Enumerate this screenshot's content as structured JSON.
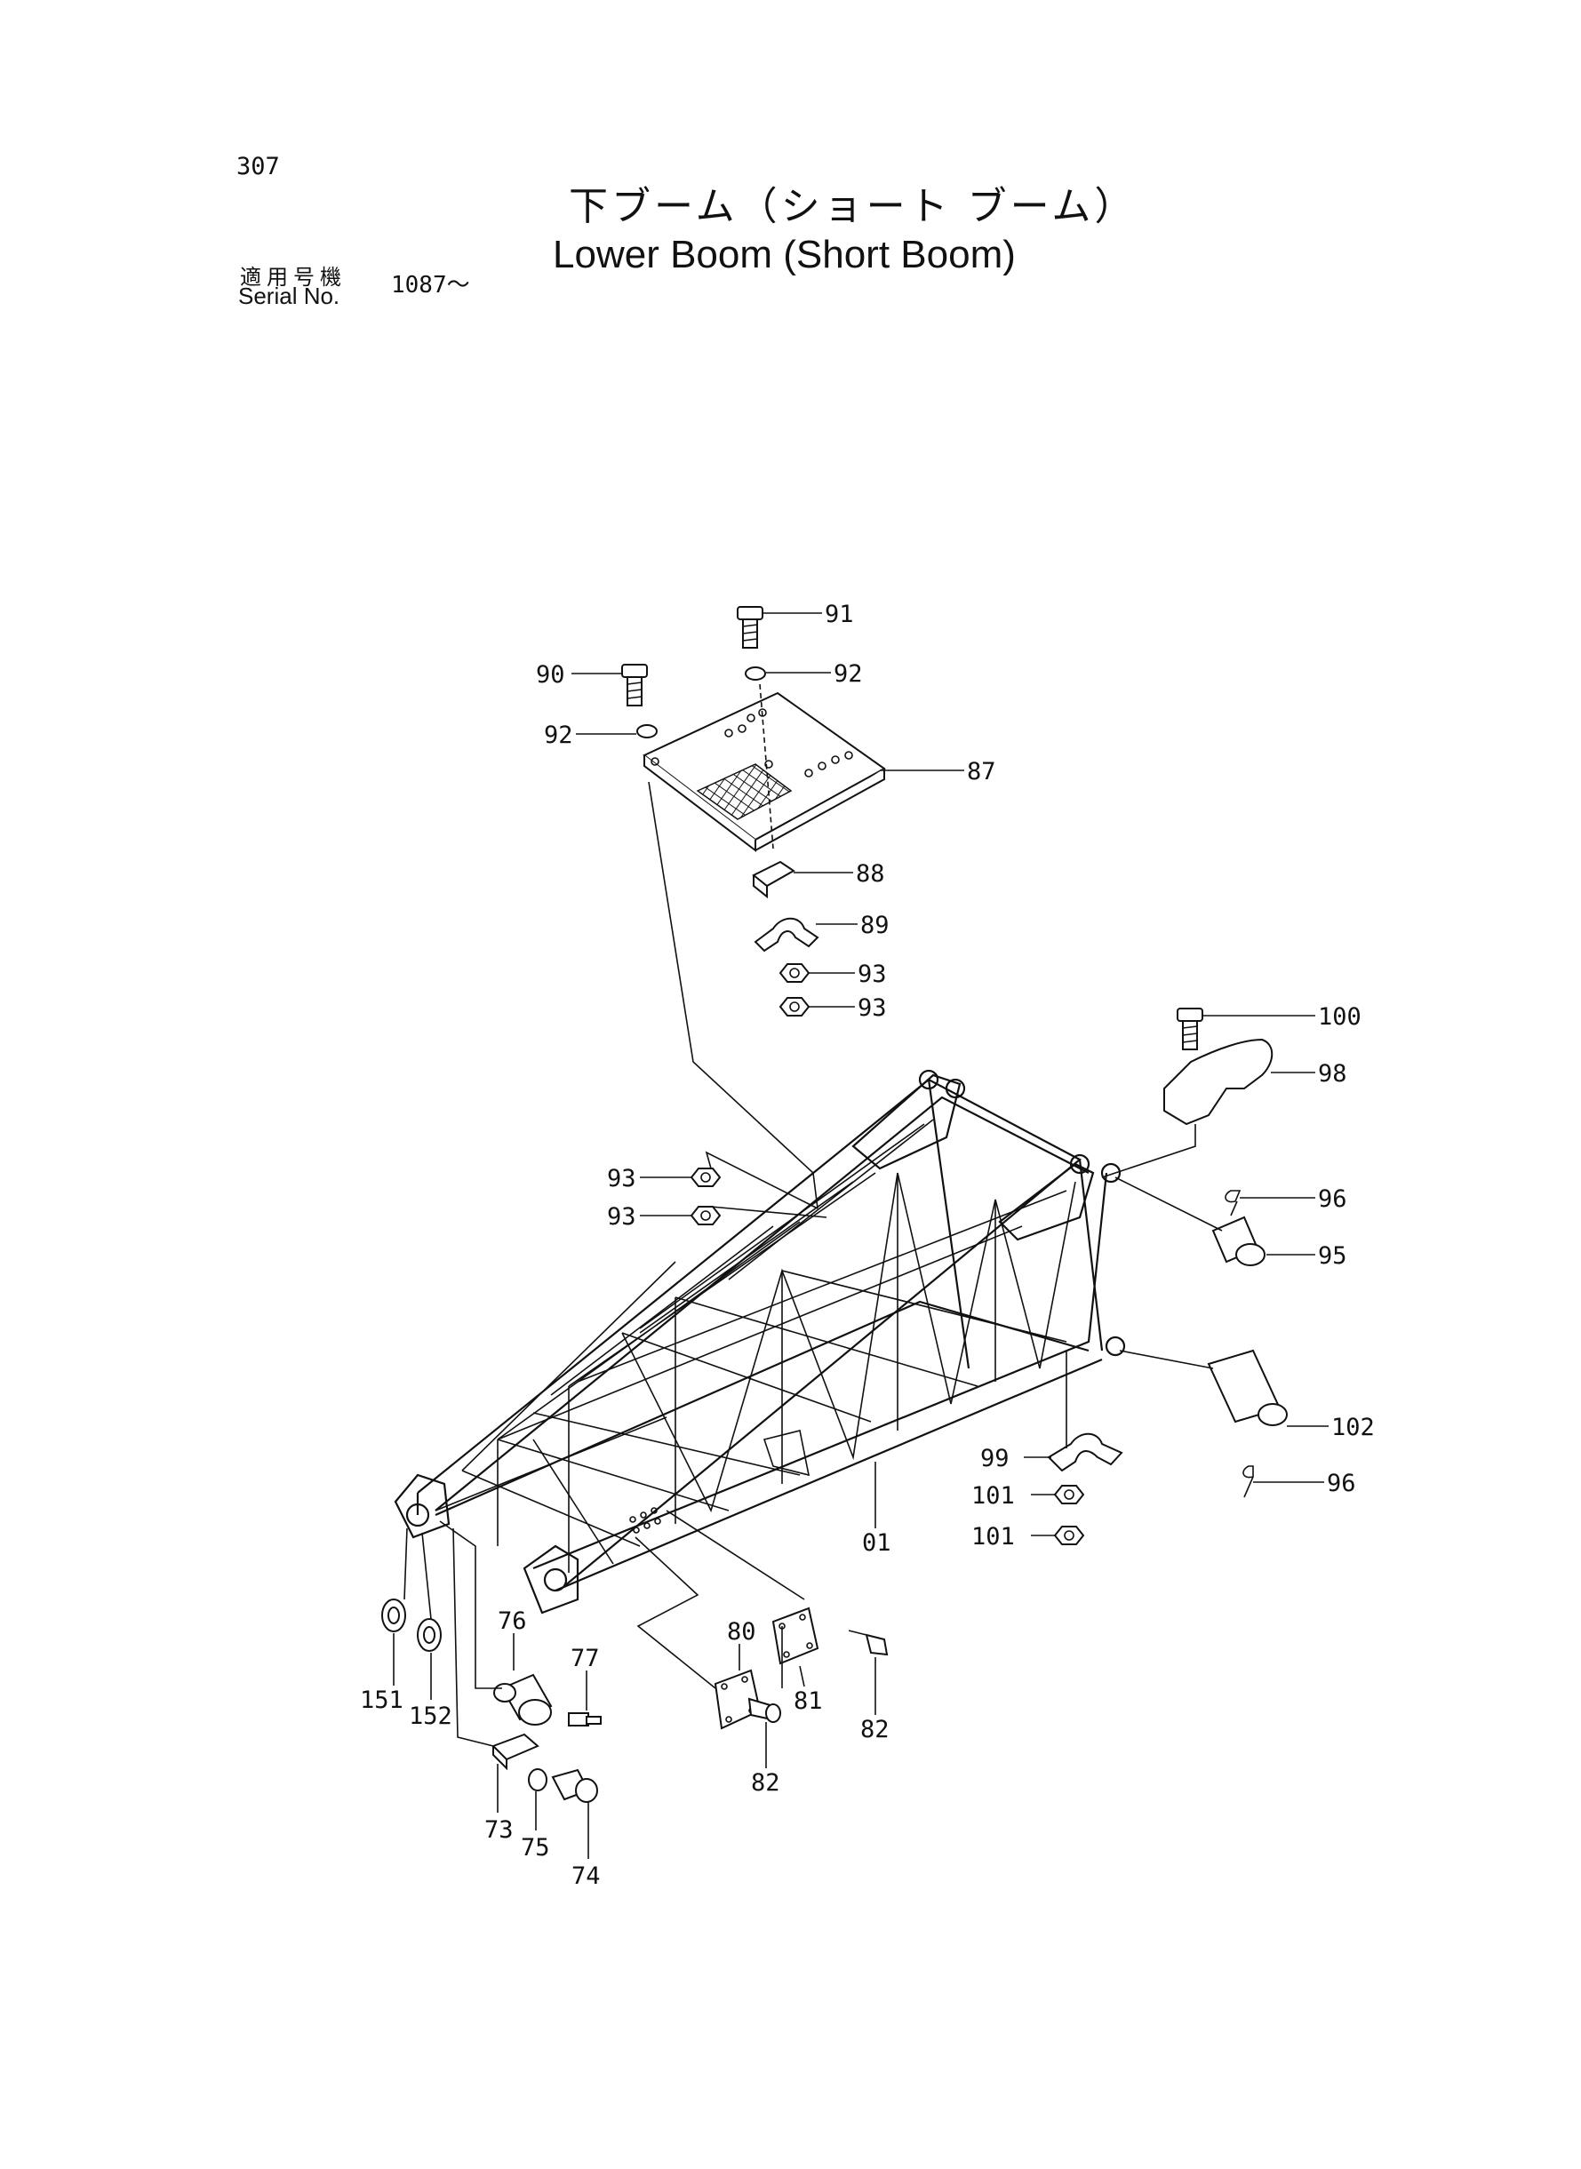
{
  "header": {
    "page_number": "307",
    "title_jp": "下ブーム（ショート ブーム）",
    "title_en": "Lower Boom (Short Boom)",
    "serial_label_jp": "適用号機",
    "serial_label_en": "Serial No.",
    "serial_value": "1087～"
  },
  "parts": [
    {
      "id": "p91",
      "label": "91"
    },
    {
      "id": "p90",
      "label": "90"
    },
    {
      "id": "p92a",
      "label": "92"
    },
    {
      "id": "p92b",
      "label": "92"
    },
    {
      "id": "p87",
      "label": "87"
    },
    {
      "id": "p88",
      "label": "88"
    },
    {
      "id": "p89",
      "label": "89"
    },
    {
      "id": "p93a",
      "label": "93"
    },
    {
      "id": "p93b",
      "label": "93"
    },
    {
      "id": "p100",
      "label": "100"
    },
    {
      "id": "p98",
      "label": "98"
    },
    {
      "id": "p93c",
      "label": "93"
    },
    {
      "id": "p93d",
      "label": "93"
    },
    {
      "id": "p96a",
      "label": "96"
    },
    {
      "id": "p95",
      "label": "95"
    },
    {
      "id": "p102",
      "label": "102"
    },
    {
      "id": "p99",
      "label": "99"
    },
    {
      "id": "p96b",
      "label": "96"
    },
    {
      "id": "p101a",
      "label": "101"
    },
    {
      "id": "p101b",
      "label": "101"
    },
    {
      "id": "p01",
      "label": "01"
    },
    {
      "id": "p76",
      "label": "76"
    },
    {
      "id": "p77",
      "label": "77"
    },
    {
      "id": "p80",
      "label": "80"
    },
    {
      "id": "p81",
      "label": "81"
    },
    {
      "id": "p82a",
      "label": "82"
    },
    {
      "id": "p82b",
      "label": "82"
    },
    {
      "id": "p151",
      "label": "151"
    },
    {
      "id": "p152",
      "label": "152"
    },
    {
      "id": "p73",
      "label": "73"
    },
    {
      "id": "p75",
      "label": "75"
    },
    {
      "id": "p74",
      "label": "74"
    }
  ]
}
